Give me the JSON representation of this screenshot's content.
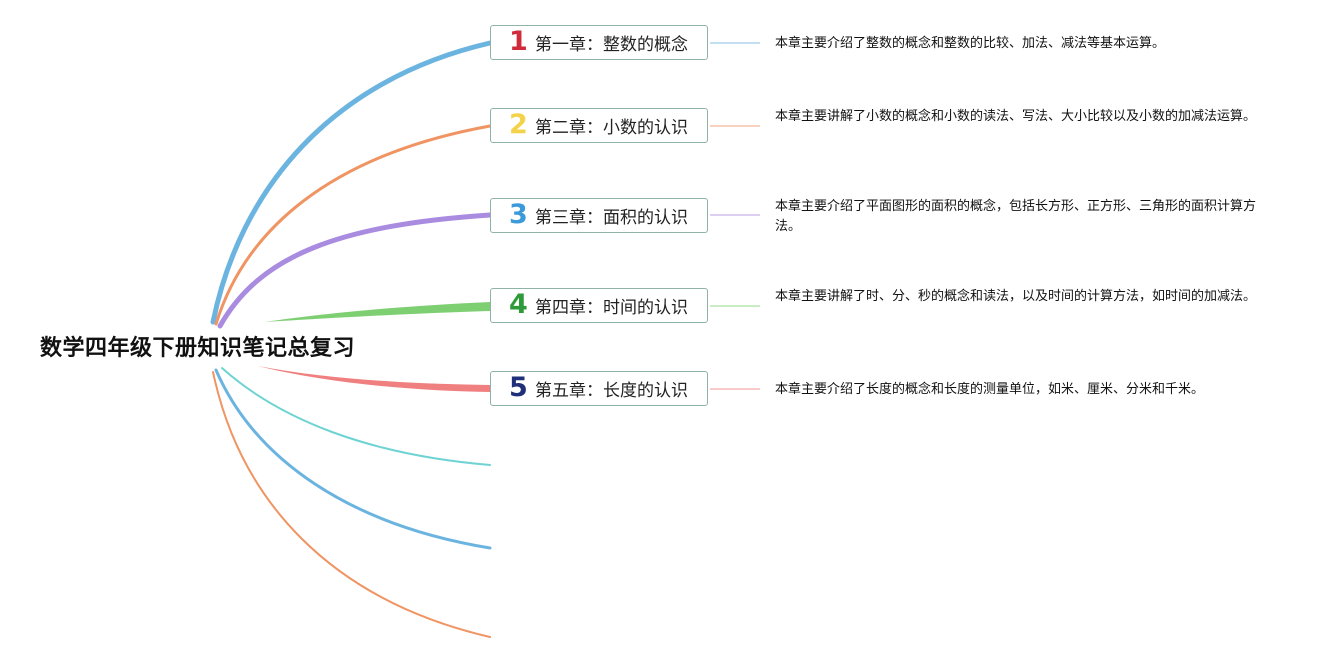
{
  "root": {
    "title": "数学四年级下册知识笔记总复习"
  },
  "chapters": [
    {
      "number": "1",
      "label": "第一章：整数的概念",
      "color": "#6cb4e0",
      "number_color": "#d12a3a",
      "description": "本章主要介绍了整数的概念和整数的比较、加法、减法等基本运算。"
    },
    {
      "number": "2",
      "label": "第二章：小数的认识",
      "color": "#ef9462",
      "number_color": "#f2d34a",
      "description": "本章主要讲解了小数的概念和小数的读法、写法、大小比较以及小数的加减法运算。"
    },
    {
      "number": "3",
      "label": "第三章：面积的认识",
      "color": "#a98be0",
      "number_color": "#3b9ad9",
      "description": "本章主要介绍了平面图形的面积的概念，包括长方形、正方形、三角形的面积计算方法。"
    },
    {
      "number": "4",
      "label": "第四章：时间的认识",
      "color": "#7dcf72",
      "number_color": "#2f9a3a",
      "description": "本章主要讲解了时、分、秒的概念和读法，以及时间的计算方法，如时间的加减法。"
    },
    {
      "number": "5",
      "label": "第五章：长度的认识",
      "color": "#f08080",
      "number_color": "#1f2f7a",
      "description": "本章主要介绍了长度的概念和长度的测量单位，如米、厘米、分米和千米。"
    }
  ],
  "extra_branches": [
    {
      "color": "#6fd3d3"
    },
    {
      "color": "#6cb4e0"
    },
    {
      "color": "#ef9462"
    }
  ]
}
